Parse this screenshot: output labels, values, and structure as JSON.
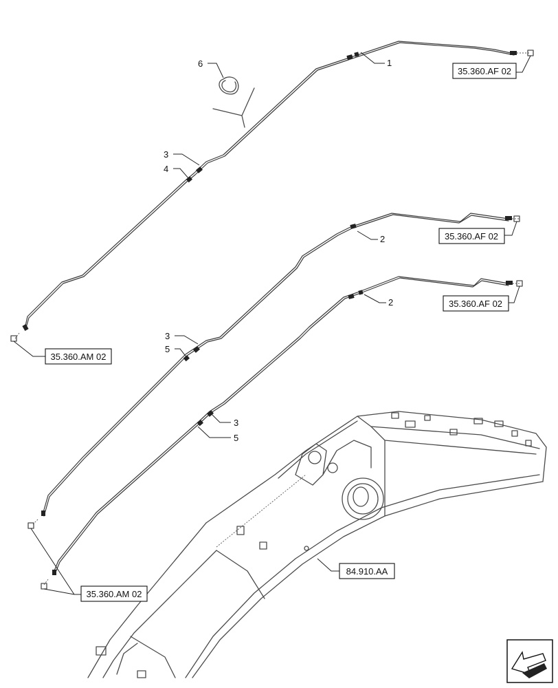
{
  "callouts": {
    "c1": "1",
    "c2a": "2",
    "c2b": "2",
    "c3a": "3",
    "c3b": "3",
    "c3c": "3",
    "c4": "4",
    "c5a": "5",
    "c5b": "5",
    "c6": "6"
  },
  "refs": {
    "af_top": "35.360.AF 02",
    "af_mid": "35.360.AF 02",
    "af_low": "35.360.AF 02",
    "am_top": "35.360.AM 02",
    "am_bottom": "35.360.AM 02",
    "boom": "84.910.AA"
  },
  "icons": {
    "nav": "next-page-arrow-icon"
  }
}
